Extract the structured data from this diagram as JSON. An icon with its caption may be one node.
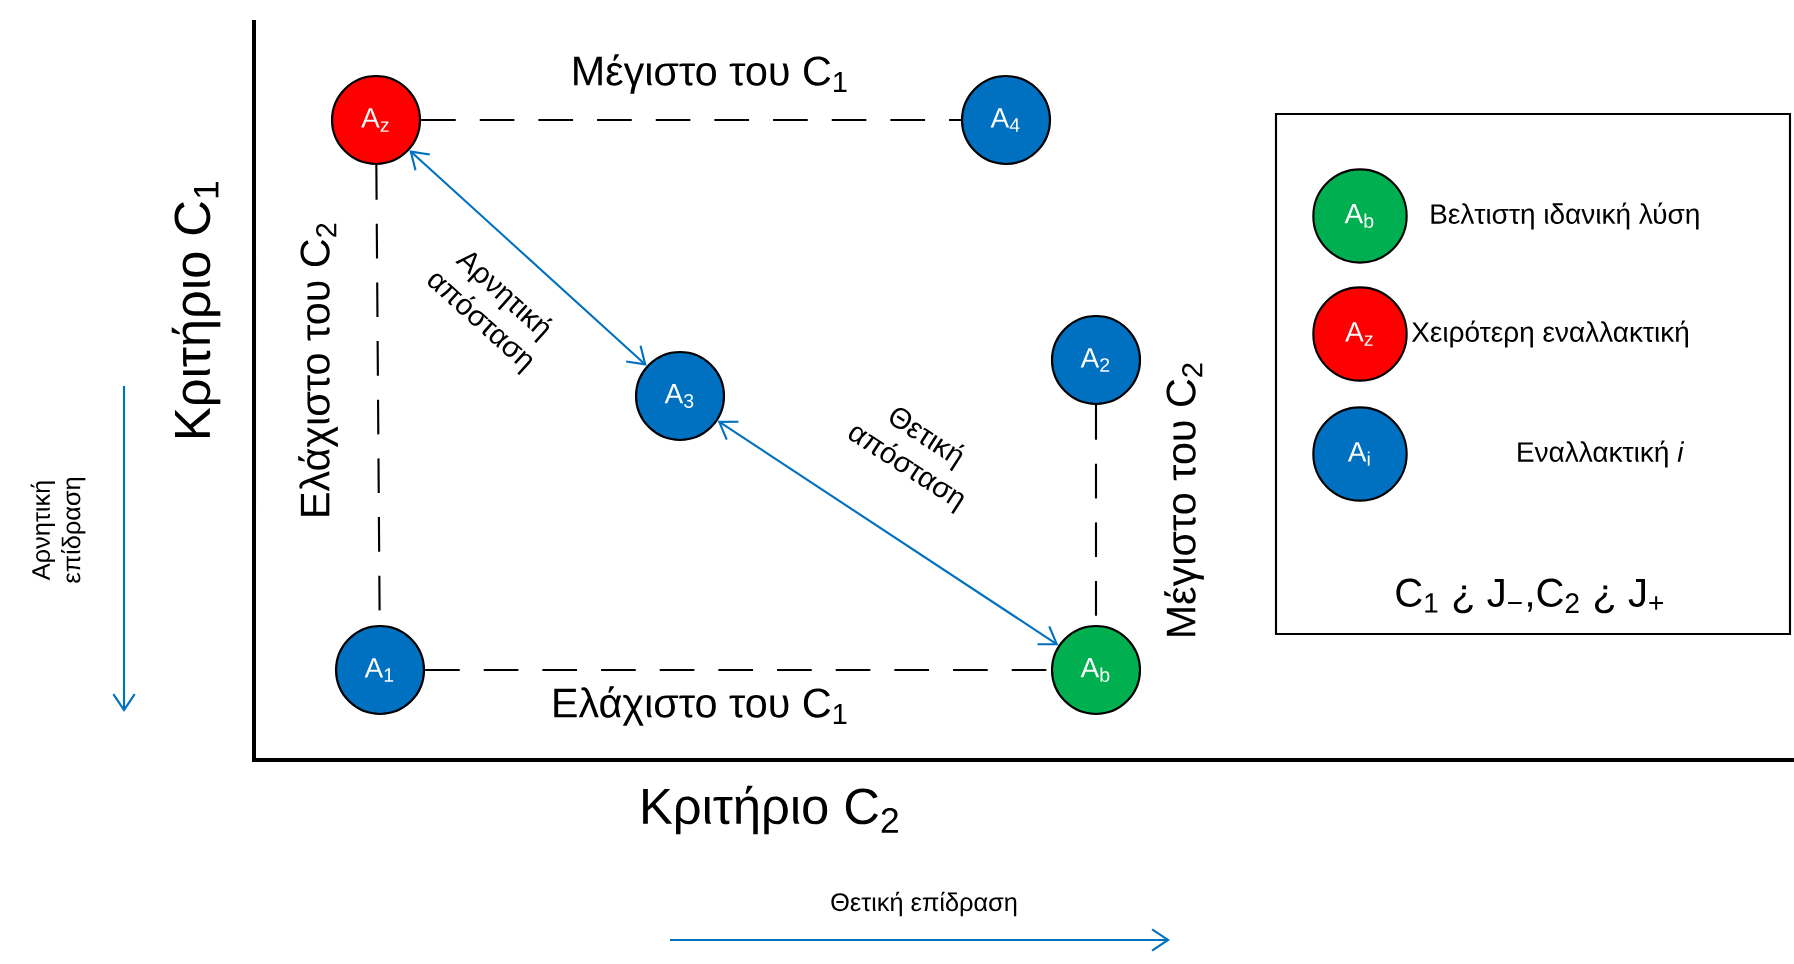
{
  "diagram": {
    "nodes": [
      {
        "text": [
          "A$_{z}$"
        ]
      },
      {
        "text": [
          "A$_{4}$"
        ]
      },
      {
        "text": [
          "A$_{3}$"
        ]
      },
      {
        "text": [
          "A$_{2}$"
        ]
      },
      {
        "text": [
          "A$_{1}$"
        ]
      },
      {
        "text": [
          "A$_{b}$"
        ]
      }
    ],
    "edges": [
      {
        "from": 0,
        "to": 1,
        "arrow": "none",
        "style": "dashed",
        "label": "Μέγιστο του C$_{1}$"
      },
      {
        "from": 0,
        "to": 4,
        "arrow": "none",
        "style": "dashed",
        "label": "Ελάχιστο του C$_{2}$"
      },
      {
        "from": 4,
        "to": 5,
        "arrow": "none",
        "style": "dashed",
        "label": "Ελάχιστο του C$_{1}$"
      },
      {
        "from": 3,
        "to": 5,
        "arrow": "none",
        "style": "dashed",
        "label": "Μέγιστο του C$_{2}$"
      },
      {
        "from": 0,
        "to": 2,
        "arrow": "both",
        "color": "#0070c0",
        "label": "Αρνητική απόσταση"
      },
      {
        "from": 2,
        "to": 5,
        "arrow": "both",
        "color": "#0070c0",
        "label": "Θετική απόσταση"
      }
    ],
    "labels": [
      "Κριτήριο C$_{1}$",
      "Αρνητική επίδραση",
      "A$_{b}$",
      "A$_{z}$",
      "A$_{i}$",
      "C$_{1}$ ¿ J$_{−}$,C$_{2}$ ¿ J$_{+}$",
      "Κριτήριο C$_{2}$",
      "Θετική επίδραση"
    ],
    "legend": [
      {
        "text": "Βελτιστη ιδανική λύση",
        "color": "#00b050"
      },
      {
        "text": "Χειρότερη εναλλακτική",
        "color": "#ff0000"
      },
      {
        "text": "Εναλλακτική *i*",
        "color": "#0070c0"
      }
    ]
  }
}
